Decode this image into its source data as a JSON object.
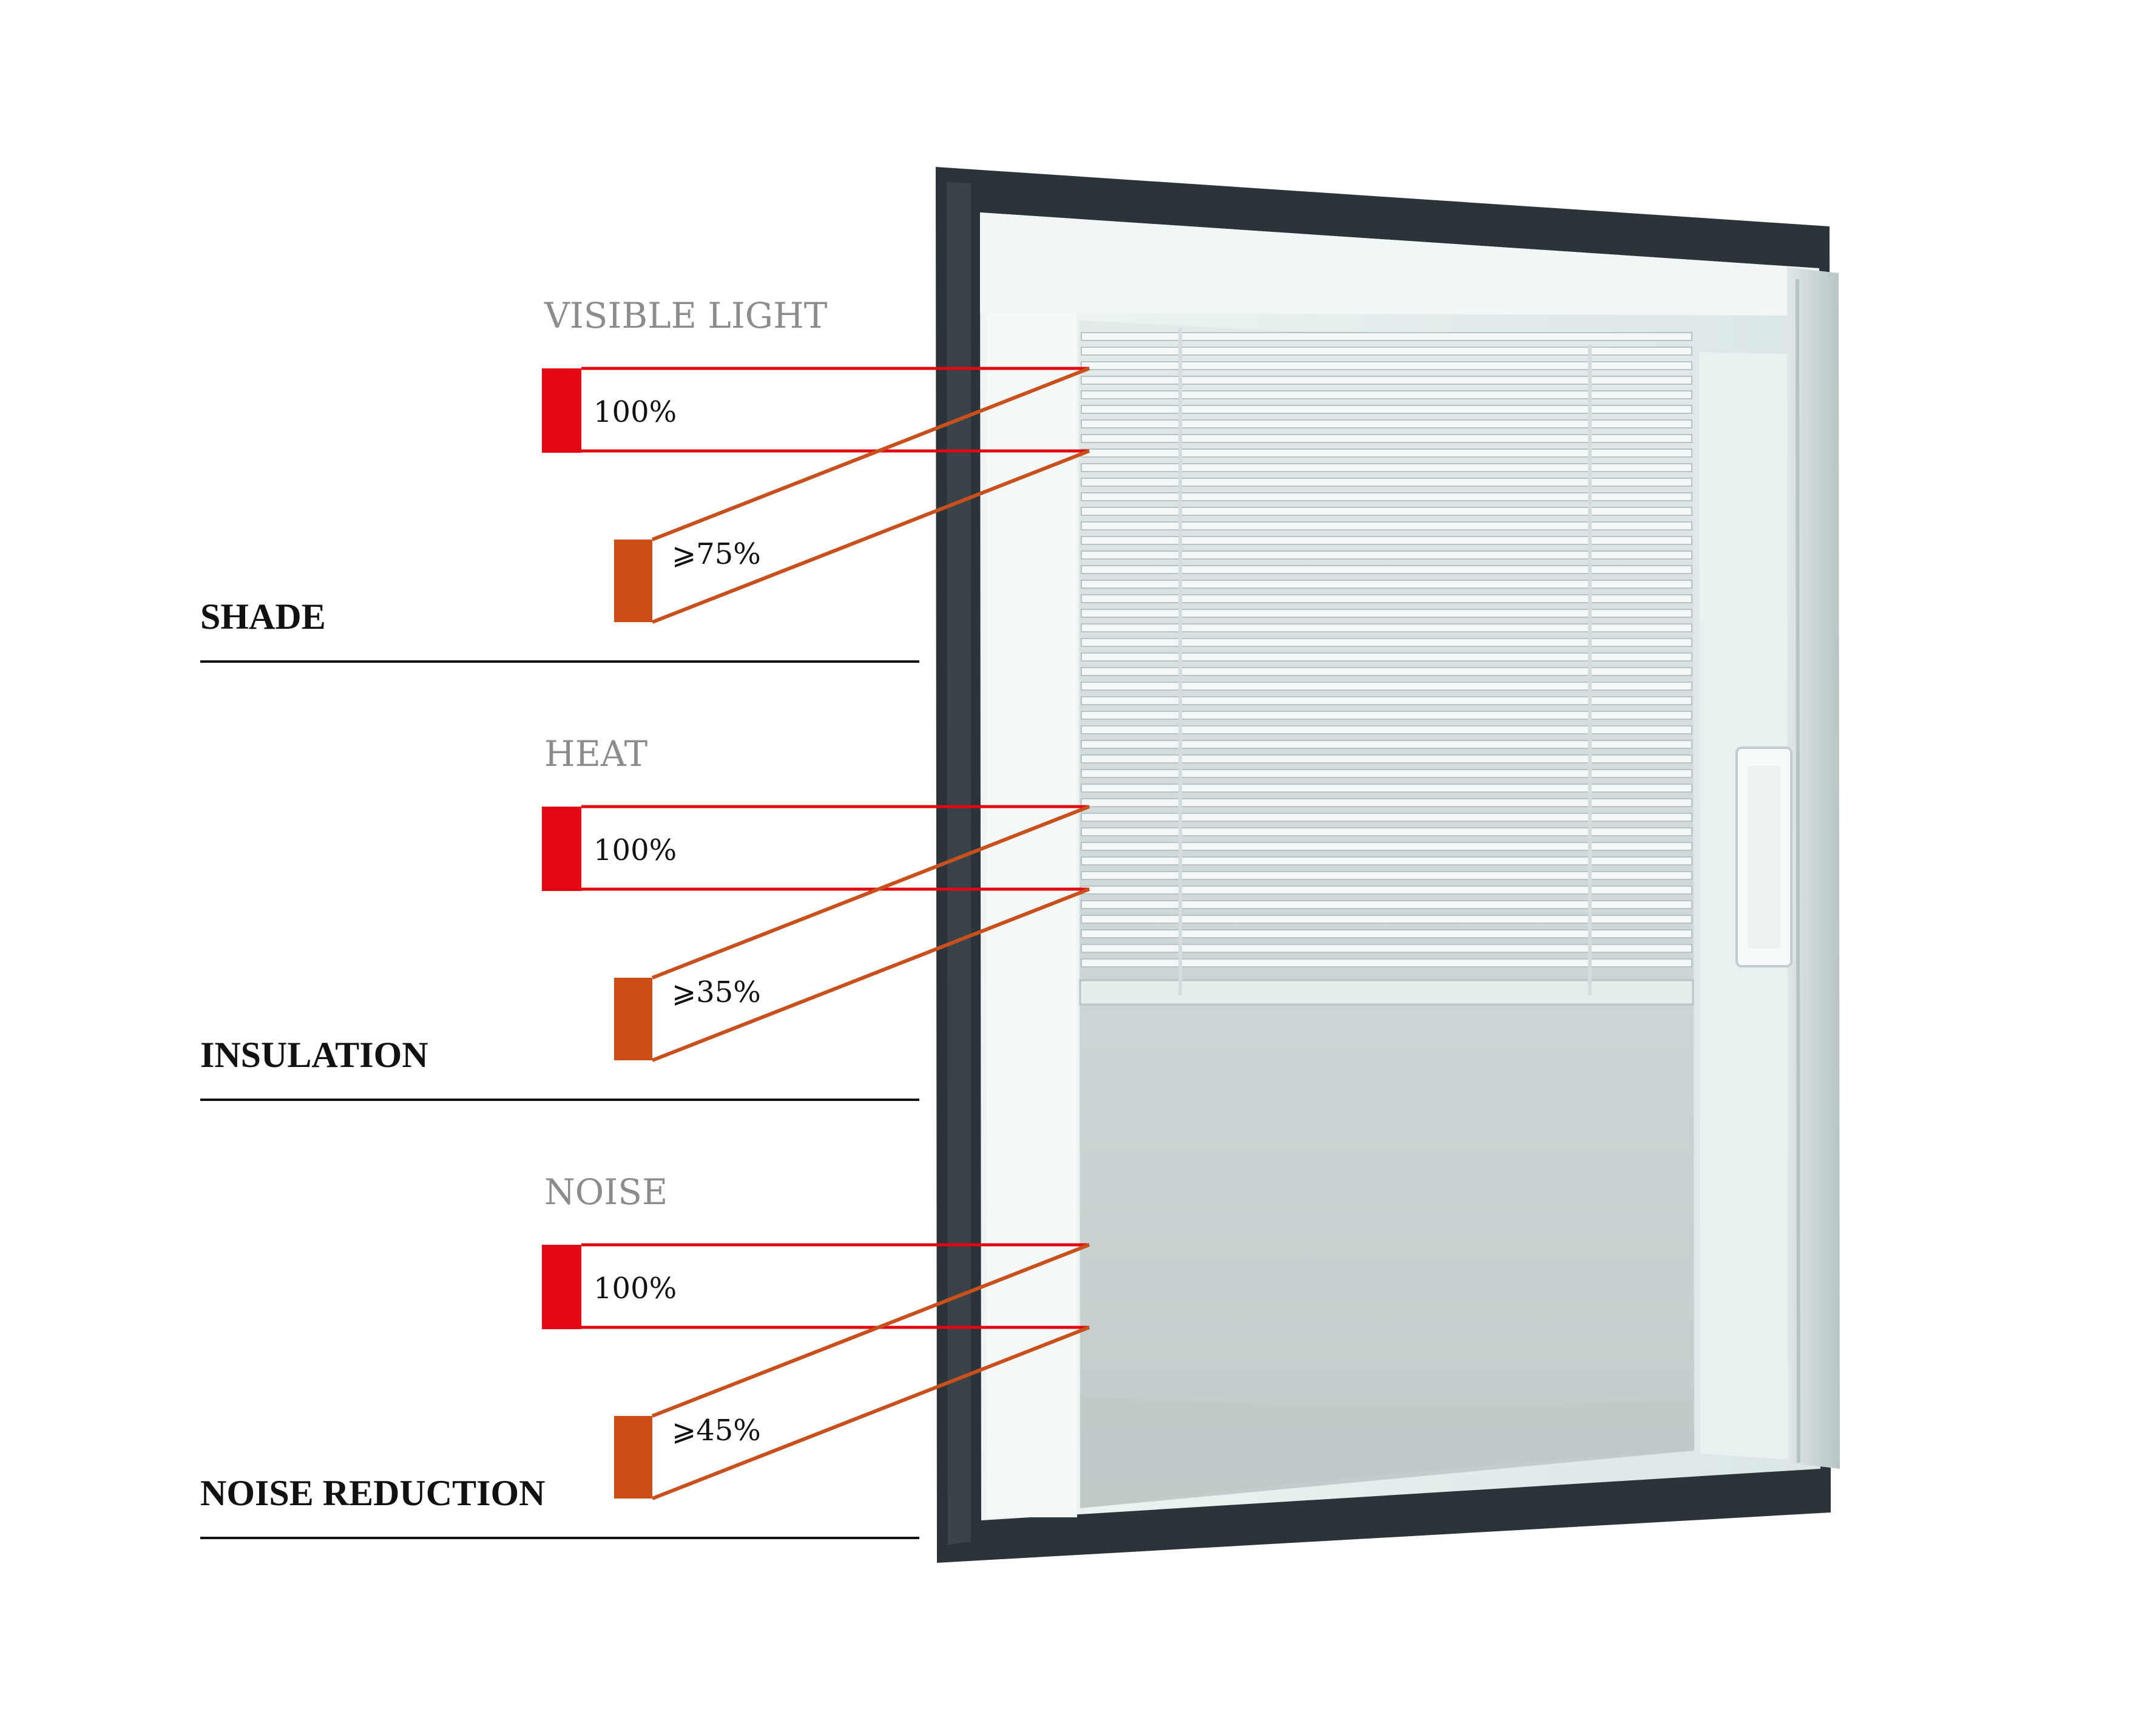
{
  "groups": [
    {
      "category": "SHADE",
      "metric": "VISIBLE LIGHT",
      "full_label": "100%",
      "reduced_label": "⩾75%",
      "full_value": 100,
      "reduced_value": 75
    },
    {
      "category": "INSULATION",
      "metric": "HEAT",
      "full_label": "100%",
      "reduced_label": "⩾35%",
      "full_value": 100,
      "reduced_value": 35
    },
    {
      "category": "NOISE REDUCTION",
      "metric": "NOISE",
      "full_label": "100%",
      "reduced_label": "⩾45%",
      "full_value": 100,
      "reduced_value": 45
    }
  ],
  "colors": {
    "full_marker": "#e30613",
    "full_line": "#e30613",
    "reduced_marker": "#cc4e15",
    "reduced_line": "#c8501c",
    "metric_text": "#8c8c8c",
    "category_text": "#111111",
    "frame_outer": "#2b3438",
    "sash": "#e4eeee",
    "glass": "#c9d3d3",
    "blind_slat": "#f3f7f7"
  },
  "icons": {
    "window": "window-with-internal-blinds-icon",
    "handle": "window-handle-icon"
  }
}
